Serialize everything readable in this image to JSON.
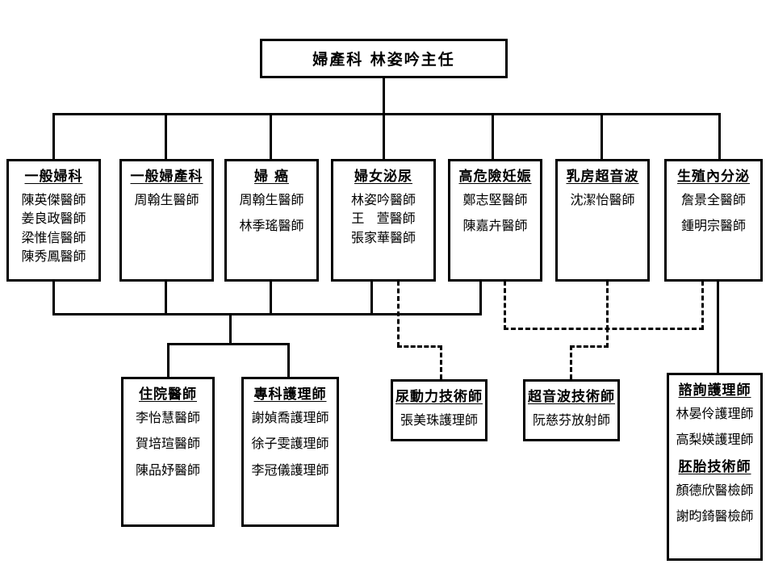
{
  "chart": {
    "title_root": "婦產科 林姿吟主任",
    "nodes": {
      "root": {
        "title": "婦產科 林姿吟主任"
      },
      "general_gyn": {
        "title": "一般婦科",
        "members": [
          "陳英傑醫師",
          "姜良政醫師",
          "梁惟信醫師",
          "陳秀鳳醫師"
        ]
      },
      "general_obgyn": {
        "title": "一般婦產科",
        "members": [
          "周翰生醫師"
        ]
      },
      "gyn_oncology": {
        "title": "婦  癌",
        "members": [
          "周翰生醫師",
          "林季瑤醫師"
        ]
      },
      "urogyn": {
        "title": "婦女泌尿",
        "members": [
          "林姿吟醫師",
          "王   萱醫師",
          "張家華醫師"
        ]
      },
      "high_risk": {
        "title": "高危險妊娠",
        "members": [
          "鄭志堅醫師",
          "陳嘉卉醫師"
        ]
      },
      "breast_us": {
        "title": "乳房超音波",
        "members": [
          "沈潔怡醫師"
        ]
      },
      "repro_endo": {
        "title": "生殖內分泌",
        "members": [
          "詹景全醫師",
          "鍾明宗醫師"
        ]
      },
      "residents": {
        "title": "住院醫師",
        "members": [
          "李怡慧醫師",
          "賀培瑄醫師",
          "陳品妤醫師"
        ]
      },
      "nurse_practitioners": {
        "title": "專科護理師",
        "members": [
          "謝媜喬護理師",
          "徐子雯護理師",
          "李冠儀護理師"
        ]
      },
      "urodynamics_tech": {
        "title": "尿動力技術師",
        "members": [
          "張美珠護理師"
        ]
      },
      "ultrasound_tech": {
        "title": "超音波技術師",
        "members": [
          "阮慈芬放射師"
        ]
      },
      "consult_nurse": {
        "title": "諮詢護理師",
        "members": [
          "林晏伶護理師",
          "高梨媖護理師"
        ],
        "title2": "胚胎技術師",
        "members2": [
          "顏德欣醫檢師",
          "謝昀錡醫檢師"
        ]
      }
    }
  }
}
